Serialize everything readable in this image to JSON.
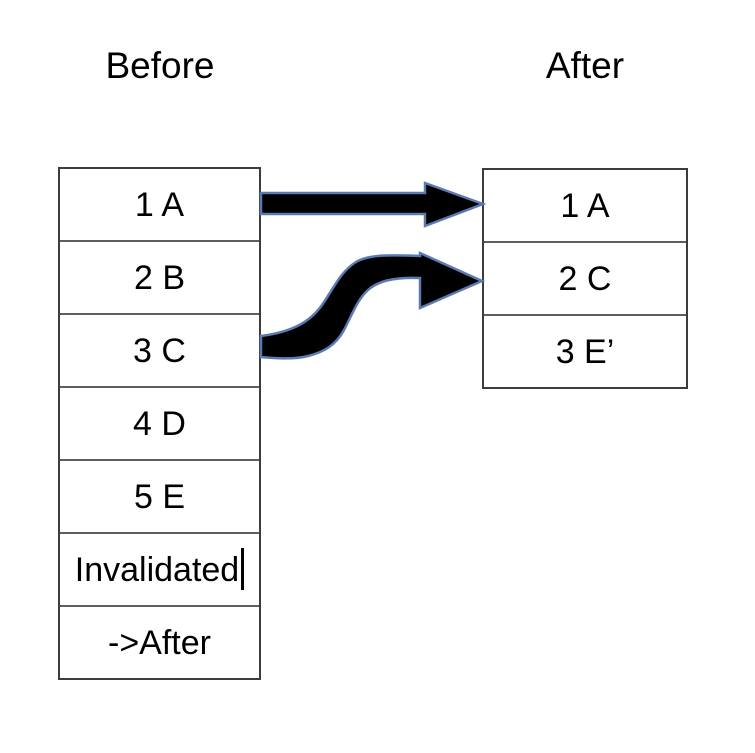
{
  "titles": {
    "before": "Before",
    "after": "After"
  },
  "before_table": {
    "rows": [
      "1 A",
      "2 B",
      "3 C",
      "4 D",
      "5 E",
      "Invalidated",
      "->After"
    ],
    "editing_row_index": 5
  },
  "after_table": {
    "rows": [
      "1 A",
      "2 C",
      "3 E’"
    ]
  },
  "arrows": [
    {
      "name": "straight-arrow",
      "from": "before-row-1",
      "to": "after-row-1",
      "fill": "#000000",
      "outline": "#5b7ab2"
    },
    {
      "name": "s-curve-arrow",
      "from": "before-row-3",
      "to": "after-row-2",
      "fill": "#000000",
      "outline": "#5b7ab2"
    }
  ],
  "colors": {
    "background": "#ffffff",
    "text": "#000000",
    "table_border": "#3c3c3c",
    "row_divider": "#5e5e5e",
    "arrow_fill": "#000000",
    "arrow_outline": "#5b7ab2"
  }
}
